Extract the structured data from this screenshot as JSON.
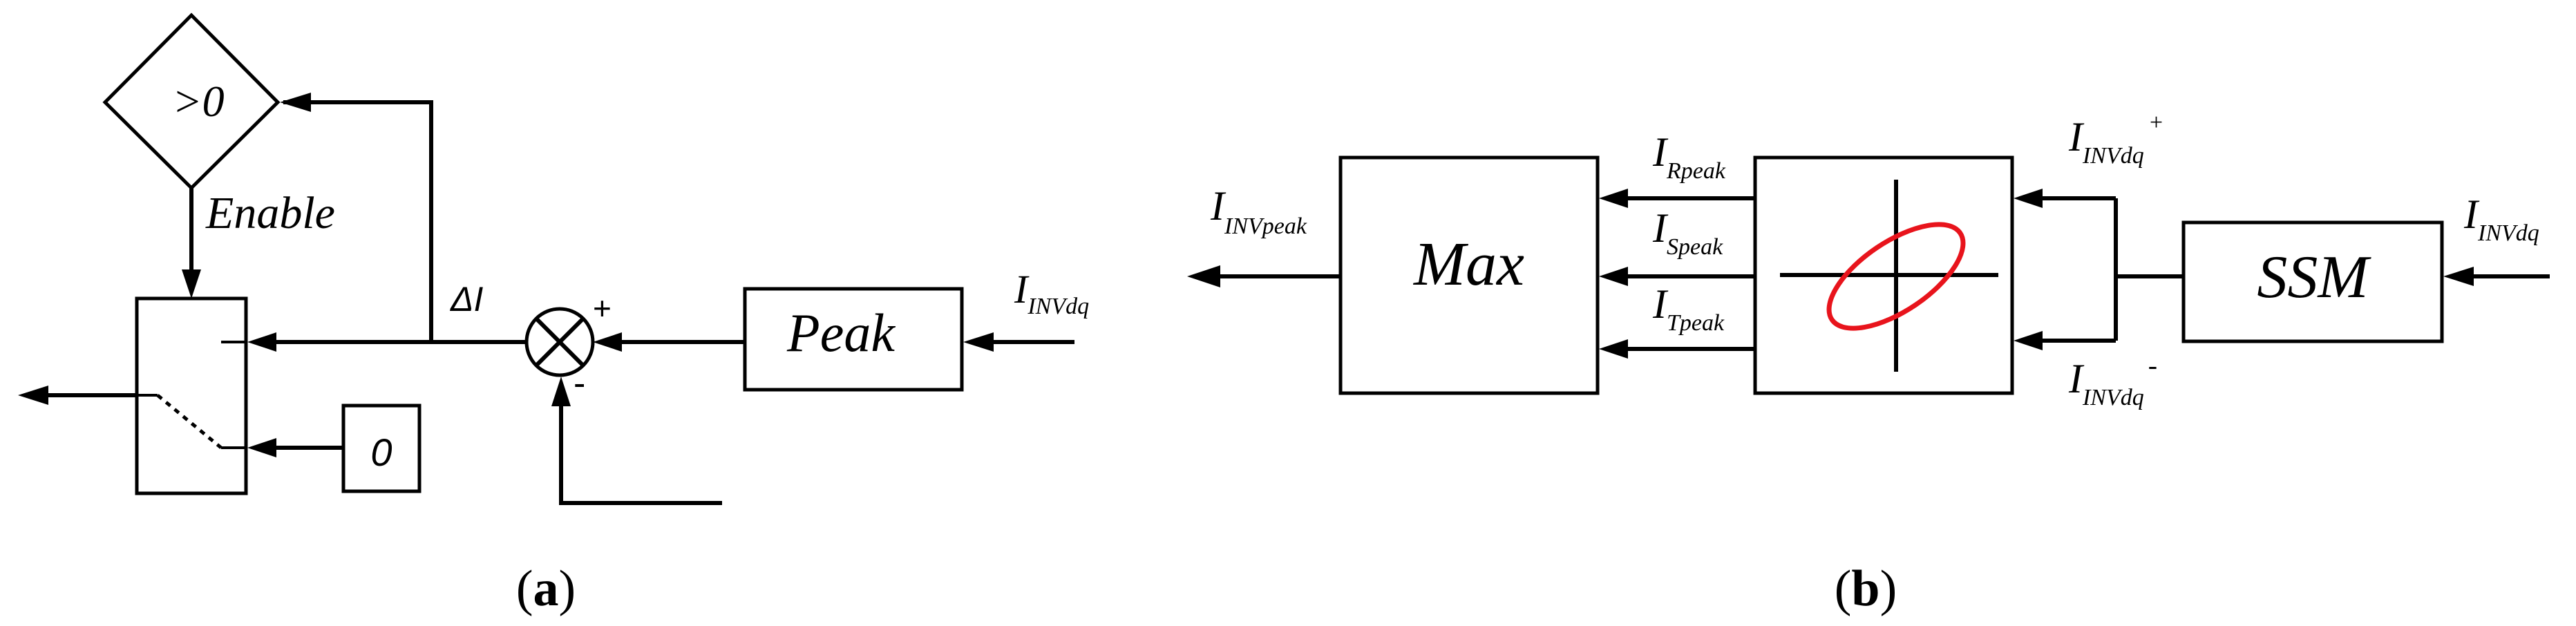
{
  "panel_a": {
    "caption_open": "(",
    "caption_letter": "a",
    "caption_close": ")",
    "compare_label": ">0",
    "enable_label": "Enable",
    "delta_label": "ΔI",
    "plus_sign": "+",
    "minus_sign": "-",
    "peak_label": "Peak",
    "input_main": "I",
    "input_sub": "INVdq",
    "zero_label": "0"
  },
  "panel_b": {
    "caption_open": "(",
    "caption_letter": "b",
    "caption_close": ")",
    "max_label": "Max",
    "ssm_label": "SSM",
    "output_main": "I",
    "output_sub": "INVpeak",
    "input_main": "I",
    "input_sub": "INVdq",
    "pos_main": "I",
    "pos_sub": "INVdq",
    "pos_sup": "+",
    "neg_main": "I",
    "neg_sub": "INVdq",
    "neg_sup": "-",
    "r_main": "I",
    "r_sub": "Rpeak",
    "s_main": "I",
    "s_sub": "Speak",
    "t_main": "I",
    "t_sub": "Tpeak",
    "ellipse_color": "#e8141c"
  }
}
